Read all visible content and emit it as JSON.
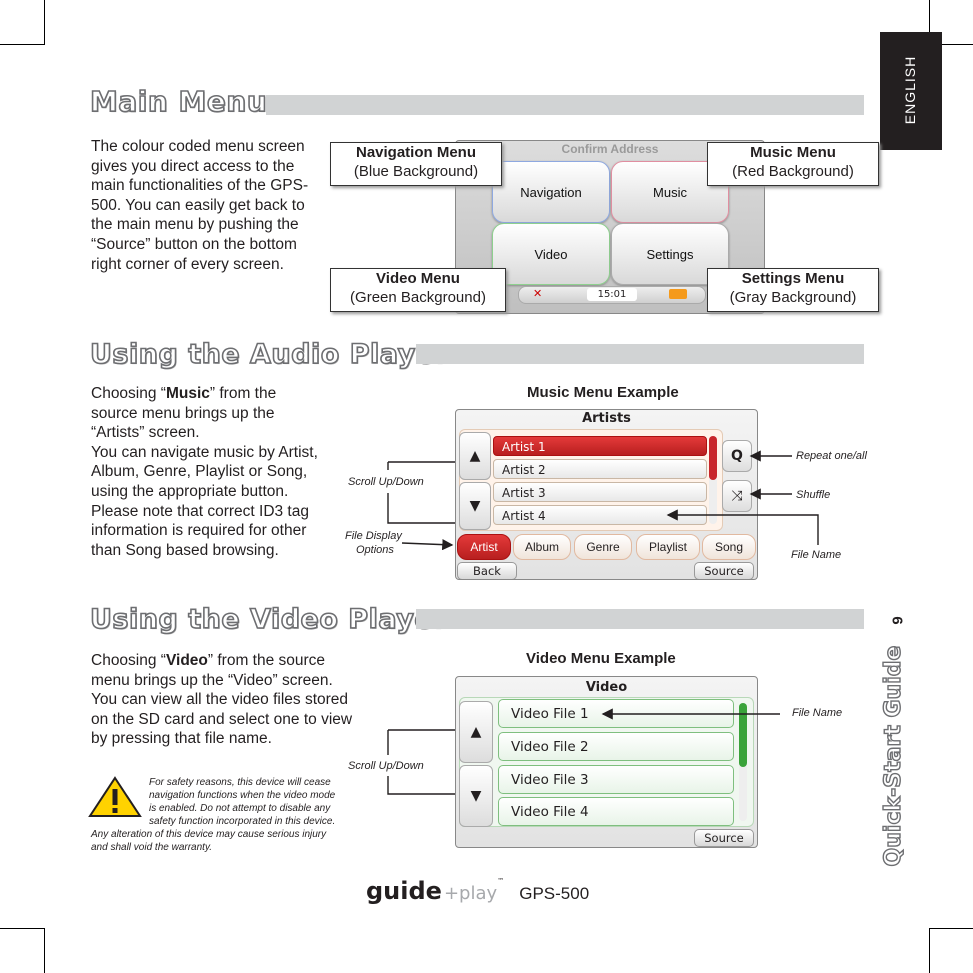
{
  "side_tab": {
    "language": "ENGLISH",
    "guide_label": "Quick-Start Guide",
    "page_number": "9"
  },
  "main_menu": {
    "title": "Main Menu",
    "description": "The colour coded menu screen gives you direct access to the main functionalities of the GPS-500. You can easily get back to the main menu by pushing the “Source” button on the bottom right corner of every screen.",
    "screen": {
      "header": "Confirm Address",
      "tiles": [
        "Navigation",
        "Music",
        "Video",
        "Settings"
      ],
      "time": "15:01"
    },
    "callouts": [
      {
        "title": "Navigation Menu",
        "subtitle": "(Blue Background)"
      },
      {
        "title": "Music Menu",
        "subtitle": "(Red Background)"
      },
      {
        "title": "Video Menu",
        "subtitle": "(Green Background)"
      },
      {
        "title": "Settings Menu",
        "subtitle": "(Gray Background)"
      }
    ]
  },
  "audio": {
    "title": "Using the Audio Player",
    "text_pre": "Choosing  “",
    "text_bold": "Music",
    "text_post": "” from the source menu brings up the “Artists” screen.\nYou can navigate music by Artist, Album, Genre, Playlist or Song, using the appropriate button. Please note that correct ID3 tag information is required for other than Song based browsing.",
    "example_title": "Music Menu Example",
    "screen": {
      "header": "Artists",
      "rows": [
        "Artist 1",
        "Artist 2",
        "Artist 3",
        "Artist 4"
      ],
      "tabs": [
        "Artist",
        "Album",
        "Genre",
        "Playlist",
        "Song"
      ],
      "back": "Back",
      "source": "Source"
    },
    "annotations": {
      "scroll": "Scroll Up/Down",
      "file_display": "File Display",
      "options": "Options",
      "repeat": "Repeat one/all",
      "shuffle": "Shuffle",
      "file_name": "File Name"
    }
  },
  "video": {
    "title": "Using the Video Player",
    "text_pre": "Choosing  “",
    "text_bold": "Video",
    "text_post": "” from the source menu brings up the  “Video” screen. You can view all the video files stored on the SD card and select one to view by pressing that file name.",
    "example_title": "Video Menu Example",
    "screen": {
      "header": "Video",
      "rows": [
        "Video File 1",
        "Video File 2",
        "Video File 3",
        "Video File 4"
      ],
      "source": "Source"
    },
    "annotations": {
      "scroll": "Scroll Up/Down",
      "file_name": "File Name"
    },
    "warning": "For safety reasons, this device will cease navigation functions when the video mode is enabled.  Do not attempt to disable any safety function incorporated in this device.  Any alteration of this device may cause serious injury and shall void the warranty."
  },
  "footer": {
    "brand_guide": "guide",
    "brand_plus": "+",
    "brand_play": "play",
    "tm": "™",
    "model": "GPS-500"
  },
  "colors": {
    "title_outline": "#6d6e71",
    "bar": "#d1d3d4",
    "selected_row": "#d62b2b",
    "video_green": "#3aa33a",
    "side_tab": "#231f20"
  }
}
